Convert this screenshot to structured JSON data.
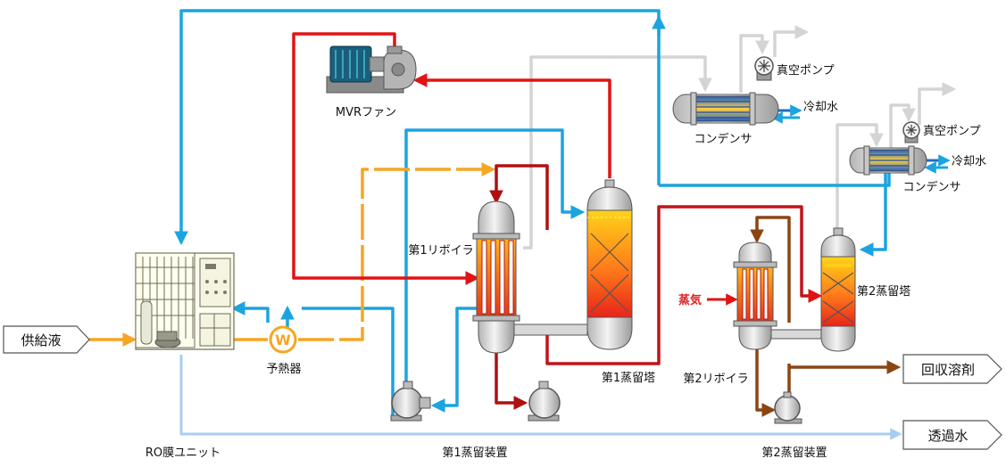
{
  "labels": {
    "mvr_fan": "MVRファン",
    "vacuum_pump_1": "真空ポンプ",
    "cooling_water_1": "冷却水",
    "condenser_1": "コンデンサ",
    "vacuum_pump_2": "真空ポンプ",
    "cooling_water_2": "冷却水",
    "condenser_2": "コンデンサ",
    "reboiler_1": "第1リボイラ",
    "distillation_tower_1": "第1蒸留塔",
    "distillation_tower_2": "第2蒸留塔",
    "reboiler_2": "第2リボイラ",
    "steam": "蒸気",
    "preheater": "予熱器",
    "preheater_symbol": "W",
    "ro_unit": "RO膜ユニット",
    "distillation_unit_1": "第1蒸留装置",
    "distillation_unit_2": "第2蒸留装置"
  },
  "io": {
    "feed_liquid": "供給液",
    "recovered_solvent": "回収溶剤",
    "permeate_water": "透過水"
  },
  "colors": {
    "cold_water_line": "#1ba4e0",
    "permeate_line": "#a8cdf2",
    "hot_vapor_line": "#e01414",
    "feed_line": "#f5a623",
    "vent_line": "#d4d4d4",
    "tower2_line": "#8b4513",
    "steam_line": "#e01414"
  }
}
